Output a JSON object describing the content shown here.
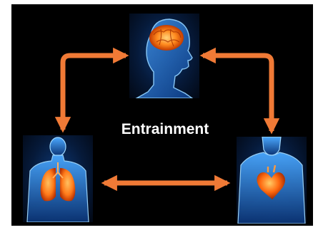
{
  "diagram": {
    "center_label": "Entrainment",
    "nodes": [
      {
        "id": "brain",
        "icon": "brain-head-icon"
      },
      {
        "id": "lungs",
        "icon": "lungs-torso-icon"
      },
      {
        "id": "heart",
        "icon": "heart-torso-icon"
      }
    ],
    "links": [
      {
        "from": "brain",
        "to": "lungs",
        "direction": "both"
      },
      {
        "from": "brain",
        "to": "heart",
        "direction": "both"
      },
      {
        "from": "lungs",
        "to": "heart",
        "direction": "both"
      }
    ],
    "colors": {
      "background": "#000000",
      "arrow": "#f07a36",
      "label": "#ffffff",
      "body_glow": "#4aa8ff",
      "organ": "#ff7a1a"
    }
  }
}
